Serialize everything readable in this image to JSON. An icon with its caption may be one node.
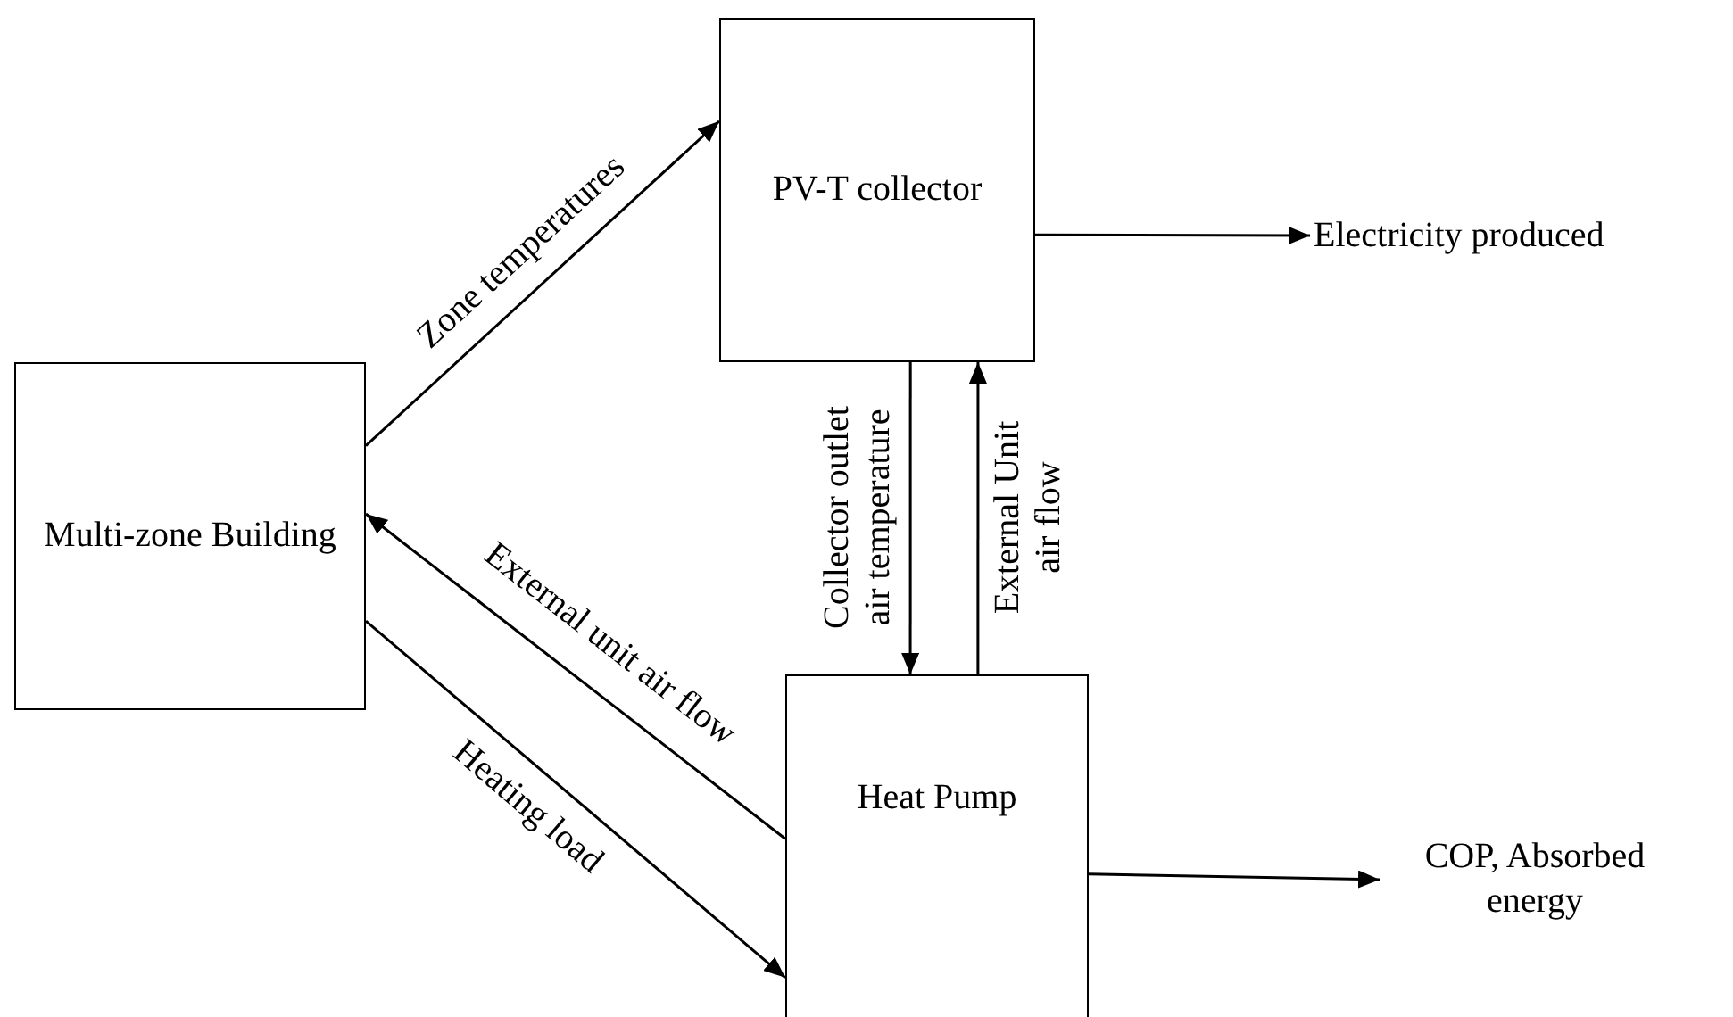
{
  "diagram": {
    "nodes": [
      {
        "text": [
          "Multi-zone Building"
        ]
      },
      {
        "text": [
          "PV-T collector"
        ]
      },
      {
        "text": [
          "Electricity produced"
        ]
      },
      {
        "text": [
          "Heat Pump"
        ]
      },
      {
        "text": [
          "COP, Absorbed energy"
        ]
      }
    ],
    "edges": [
      {
        "from": 0,
        "to": 1,
        "arrow": "to",
        "label": "Zone temperatures"
      },
      {
        "from": 1,
        "to": 2,
        "arrow": "to"
      },
      {
        "from": 1,
        "to": 3,
        "arrow": "to",
        "label": "Collector outlet air temperature"
      },
      {
        "from": 3,
        "to": 1,
        "arrow": "to",
        "label": "External Unit air flow"
      },
      {
        "from": 3,
        "to": 0,
        "arrow": "to",
        "label": "External unit air flow"
      },
      {
        "from": 0,
        "to": 3,
        "arrow": "to",
        "label": "Heating load"
      },
      {
        "from": 3,
        "to": 4,
        "arrow": "to"
      }
    ]
  }
}
